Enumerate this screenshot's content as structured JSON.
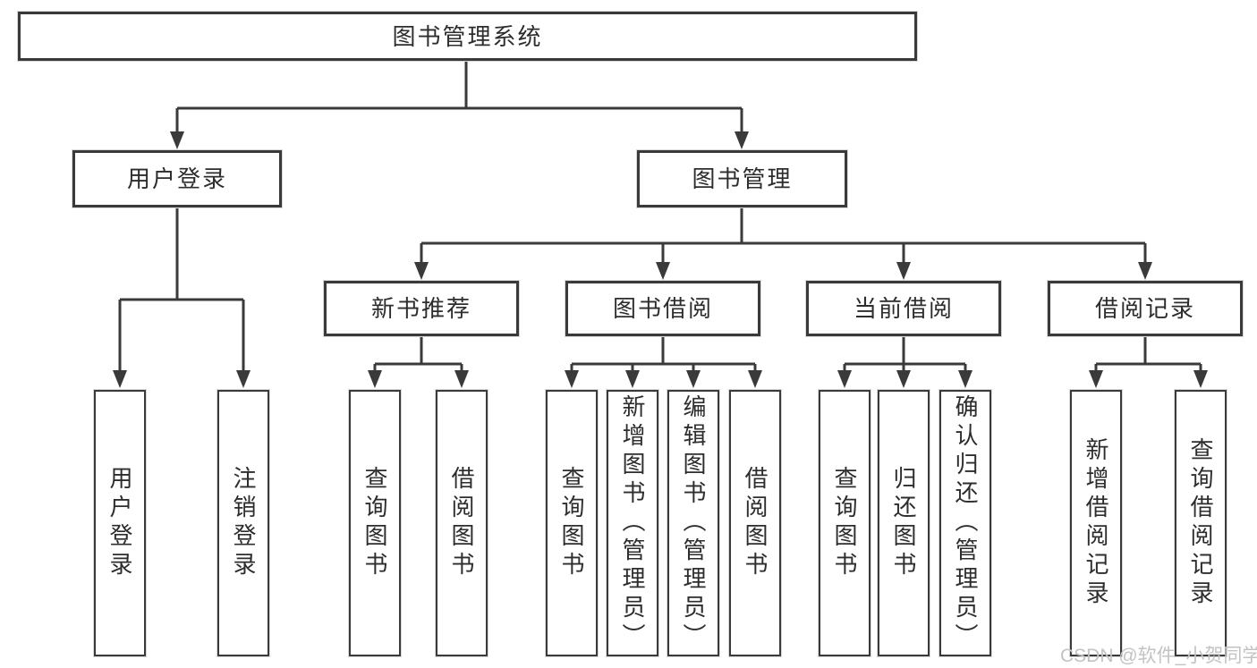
{
  "diagram": {
    "root": {
      "label": "图书管理系统"
    },
    "branches": {
      "user_login": {
        "label": "用户登录"
      },
      "book_management": {
        "label": "图书管理"
      }
    },
    "sections": {
      "new_book_recommend": {
        "label": "新书推荐"
      },
      "book_borrow": {
        "label": "图书借阅"
      },
      "current_borrow": {
        "label": "当前借阅"
      },
      "borrow_record": {
        "label": "借阅记录"
      }
    },
    "leaves": {
      "user_login": [
        "用户登录",
        "注销登录"
      ],
      "new_book_recommend": [
        "查询图书",
        "借阅图书"
      ],
      "book_borrow": [
        "查询图书",
        "新增图书（管理员）",
        "编辑图书（管理员）",
        "借阅图书"
      ],
      "current_borrow": [
        "查询图书",
        "归还图书",
        "确认归还（管理员）"
      ],
      "borrow_record": [
        "新增借阅记录",
        "查询借阅记录"
      ]
    },
    "watermark": "CSDN @软件_小贺同学",
    "colors": {
      "line": "#3a3a3a",
      "text": "#2d2d2d",
      "box_background": "#ffffff",
      "page_background": "#ffffff",
      "watermark": "#c3c3c3"
    }
  }
}
